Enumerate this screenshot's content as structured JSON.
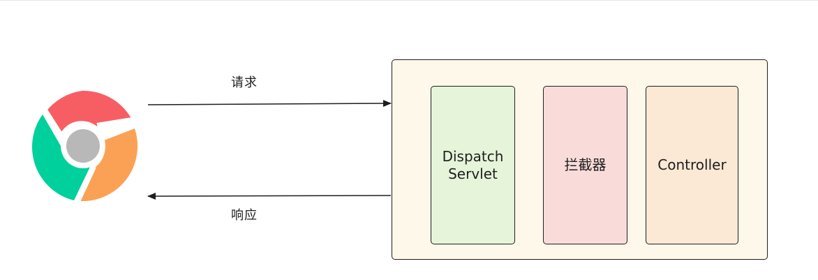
{
  "diagram": {
    "request_label": "请求",
    "response_label": "响应",
    "components": {
      "dispatch": "Dispatch\nServlet",
      "interceptor": "拦截器",
      "controller": "Controller"
    }
  },
  "browser_icon": {
    "icon": "chrome-icon",
    "colors": {
      "red": "#f75e63",
      "green": "#00d09c",
      "orange": "#fba155",
      "center": "#b8b8b8"
    }
  }
}
